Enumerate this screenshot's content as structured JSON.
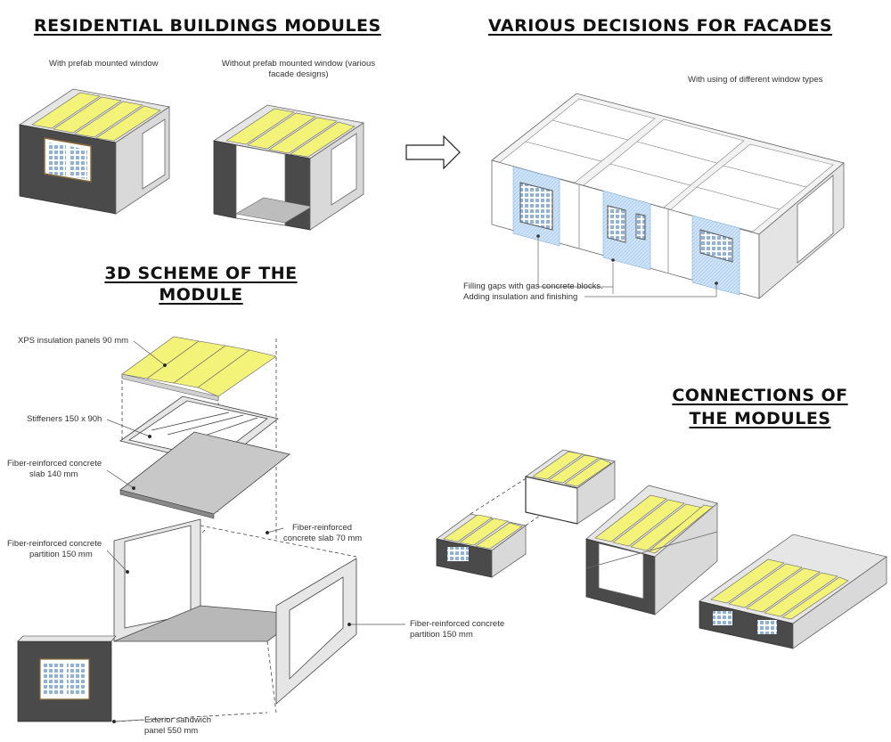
{
  "headings": {
    "residential": "RESIDENTIAL BUILDINGS MODULES",
    "facades": "VARIOUS DECISIONS FOR FACADES",
    "scheme_line1": "3D SCHEME OF THE",
    "scheme_line2": "MODULE",
    "connections_line1": "CONNECTIONS OF",
    "connections_line2": "THE MODULES"
  },
  "residential": {
    "with_window": "With prefab mounted window",
    "without_window_line1": "Without prefab mounted window (various",
    "without_window_line2": "facade designs)"
  },
  "facades": {
    "window_types": "With using of different window types",
    "gap_fill_line1": "Filling gaps with gas concrete blocks.",
    "gap_fill_line2": "Adding insulation and finishing"
  },
  "scheme_labels": {
    "xps": "XPS insulation panels 90 mm",
    "stiffeners": "Stiffeners 150 x 90h",
    "slab140_line1": "Fiber-reinforced concrete",
    "slab140_line2": "slab 140 mm",
    "partition_left_line1": "Fiber-reinforced concrete",
    "partition_left_line2": "partition 150 mm",
    "slab70_line1": "Fiber-reinforced",
    "slab70_line2": "concrete slab 70 mm",
    "partition_right_line1": "Fiber-reinforced concrete",
    "partition_right_line2": "partition 150 mm",
    "sandwich_line1": "Exterior sandwich",
    "sandwich_line2": "panel 550 mm"
  },
  "colors": {
    "insulation_yellow": "#f3f37a",
    "concrete_light": "#e2e2e2",
    "concrete_mid": "#b8b8b8",
    "panel_dark": "#4a4a4a",
    "gap_fill_blue": "#cfe3f7",
    "window_blue": "#8fb2d6"
  }
}
